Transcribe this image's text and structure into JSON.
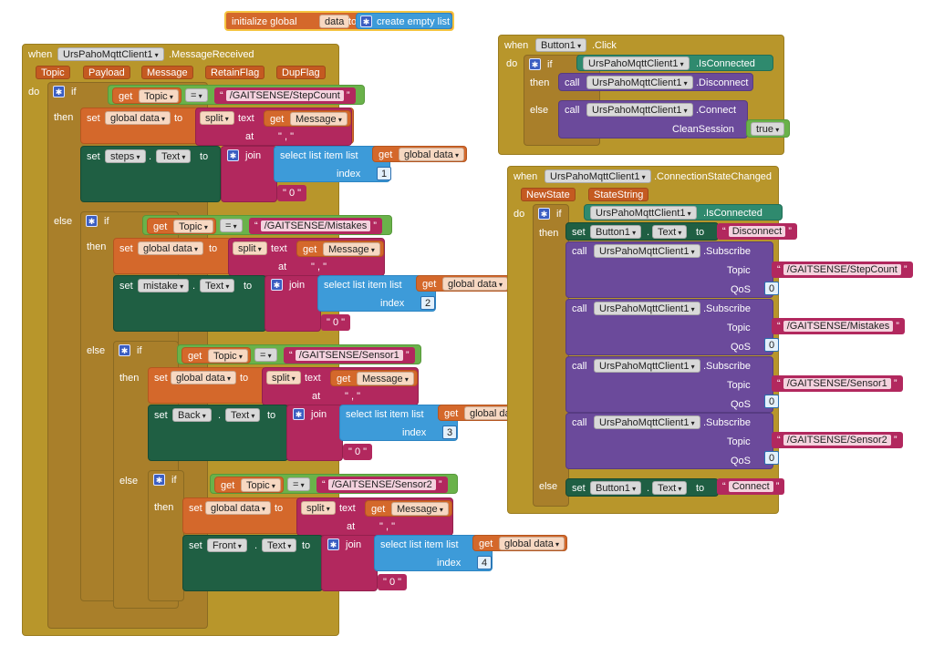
{
  "init": {
    "label": "initialize global",
    "var": "data",
    "to": "to",
    "call": "create empty list"
  },
  "kw": {
    "when": "when",
    "do": "do",
    "if": "if",
    "then": "then",
    "else": "else",
    "set": "set",
    "to": "to",
    "get": "get",
    "split": "split",
    "text": "text",
    "at": "at",
    "join": "join",
    "select": "select list item  list",
    "index": "index",
    "call": "call",
    "eq": "=",
    "dot": ".",
    "topic": "Topic",
    "qos": "QoS",
    "clean": "CleanSession"
  },
  "mqtt": {
    "component": "UrsPahoMqttClient1",
    "event": ".MessageReceived",
    "params": [
      "Topic",
      "Payload",
      "Message",
      "RetainFlag",
      "DupFlag"
    ],
    "topics": [
      "/GAITSENSE/StepCount",
      "/GAITSENSE/Mistakes",
      "/GAITSENSE/Sensor1",
      "/GAITSENSE/Sensor2"
    ],
    "global_data": "global data",
    "topic_var": "Topic",
    "message_var": "Message",
    "comma": "\" , \"",
    "empty0": "\" 0 \"",
    "labels": [
      "steps",
      "mistake",
      "Back",
      "Front"
    ],
    "prop": "Text",
    "indices": [
      "1",
      "2",
      "3",
      "4"
    ]
  },
  "click": {
    "button": "Button1",
    "event": ".Click",
    "isconn": ".IsConnected",
    "disconnect": ".Disconnect",
    "connect": ".Connect",
    "clean_val": "true"
  },
  "state": {
    "event": ".ConnectionStateChanged",
    "params": [
      "NewState",
      "StateString"
    ],
    "subscribe": ".Subscribe",
    "disconnect_str": "Disconnect",
    "connect_str": "Connect",
    "qos": "0"
  }
}
